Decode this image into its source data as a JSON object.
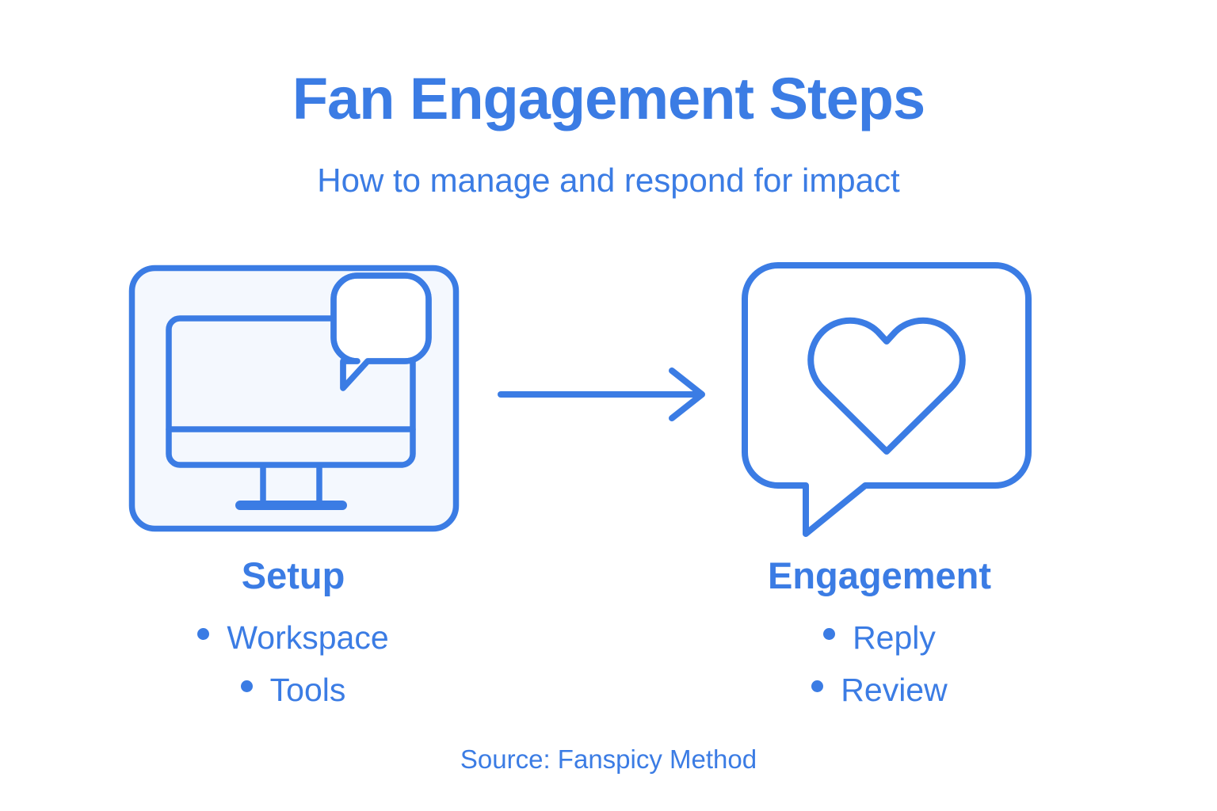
{
  "header": {
    "title": "Fan Engagement Steps",
    "subtitle": "How to manage and respond for impact"
  },
  "colors": {
    "accent": "#3b7ce4",
    "card_fill": "#f4f8fe",
    "background": "#ffffff"
  },
  "steps": [
    {
      "id": "setup",
      "heading": "Setup",
      "icon": "desktop-monitor-with-chat-bubble-icon",
      "has_card_background": true,
      "bullets": [
        "Workspace",
        "Tools"
      ]
    },
    {
      "id": "engagement",
      "heading": "Engagement",
      "icon": "speech-bubble-with-heart-icon",
      "has_card_background": false,
      "bullets": [
        "Reply",
        "Review"
      ]
    }
  ],
  "connector": {
    "type": "arrow-right",
    "from": "setup",
    "to": "engagement"
  },
  "footer": {
    "source": "Source: Fanspicy Method"
  }
}
